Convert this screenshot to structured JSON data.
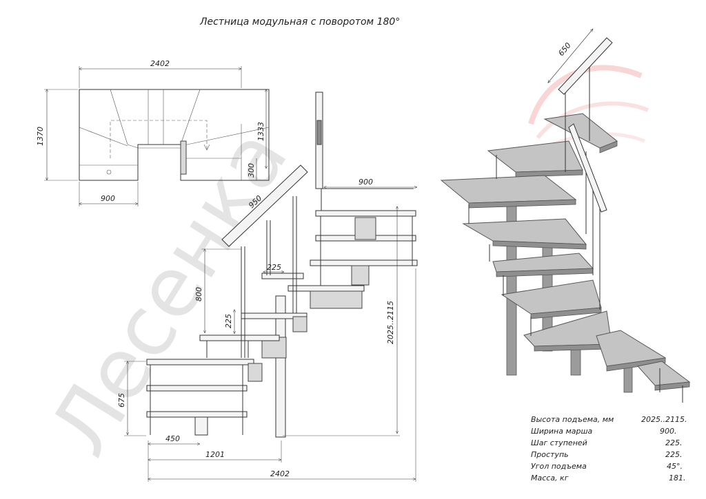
{
  "title": "Лестница модульная с поворотом 180°",
  "watermark": "Лесенка",
  "plan_dims": {
    "top_width": "2402",
    "left_height": "1370",
    "right_height": "1333",
    "right_small": "300",
    "bottom_width": "900"
  },
  "side_dims": {
    "rail": "950",
    "step_width": "900",
    "run": "225",
    "post": "800",
    "rise": "225",
    "height": "2025..2115",
    "lower": "675",
    "first": "450",
    "mid": "1201",
    "total": "2402"
  },
  "iso_dims": {
    "rail_top": "650"
  },
  "specs": [
    {
      "label": "Высота подъема, мм",
      "value": "2025..2115."
    },
    {
      "label": "Ширина марша",
      "value": "900."
    },
    {
      "label": "Шаг ступеней",
      "value": "225."
    },
    {
      "label": "Проступь",
      "value": "225."
    },
    {
      "label": "Угол подъема",
      "value": "45°."
    },
    {
      "label": "Масса, кг",
      "value": "181."
    }
  ]
}
